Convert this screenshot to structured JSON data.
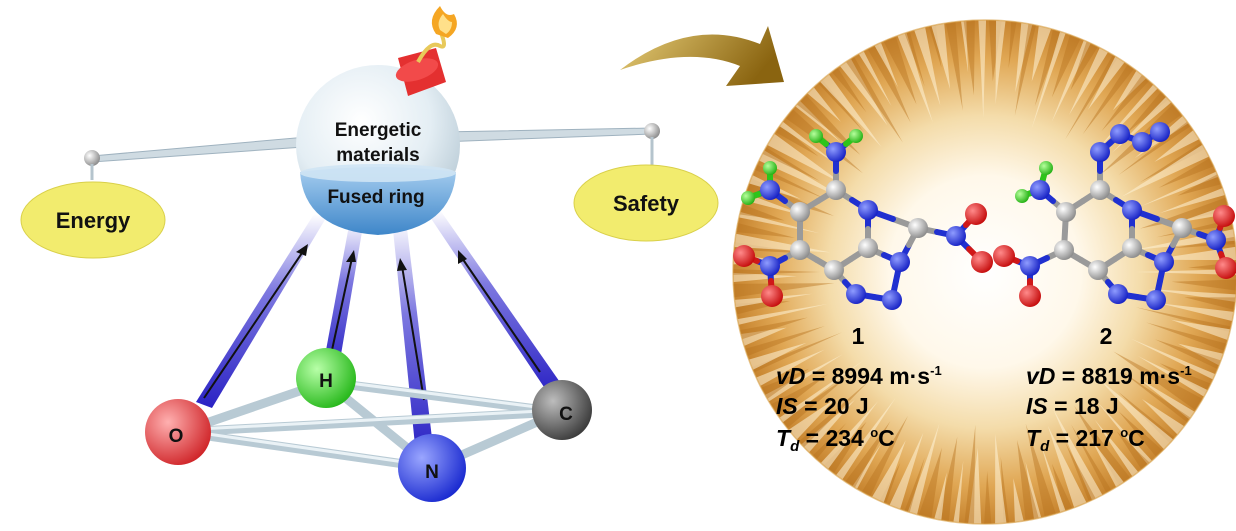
{
  "scale": {
    "center_top": "Energetic",
    "center_bottom": "materials",
    "base_label": "Fused ring",
    "left_pan": "Energy",
    "right_pan": "Safety"
  },
  "atoms": {
    "h": "H",
    "c": "C",
    "o": "O",
    "n": "N"
  },
  "compounds": [
    {
      "id": "1",
      "vd_value": "8994 m·s",
      "is_value": "20 J",
      "td_value": "234",
      "td_unit": "C"
    },
    {
      "id": "2",
      "vd_value": "8819 m·s",
      "is_value": "18 J",
      "td_value": "217",
      "td_unit": "C"
    }
  ],
  "symbols": {
    "vd_v": "v",
    "vd_d": "D",
    "is": "IS",
    "td_t": "T",
    "td_sub": "d",
    "eq": " = ",
    "sup_minus1": "-1",
    "sup_o": "o"
  },
  "colors": {
    "carbon": "#9a9a9a",
    "nitrogen": "#1f2bd6",
    "oxygen": "#e01010",
    "hydrogen": "#2ecc1a",
    "pan": "#f2ec6e",
    "blast": "#e3b25a"
  }
}
